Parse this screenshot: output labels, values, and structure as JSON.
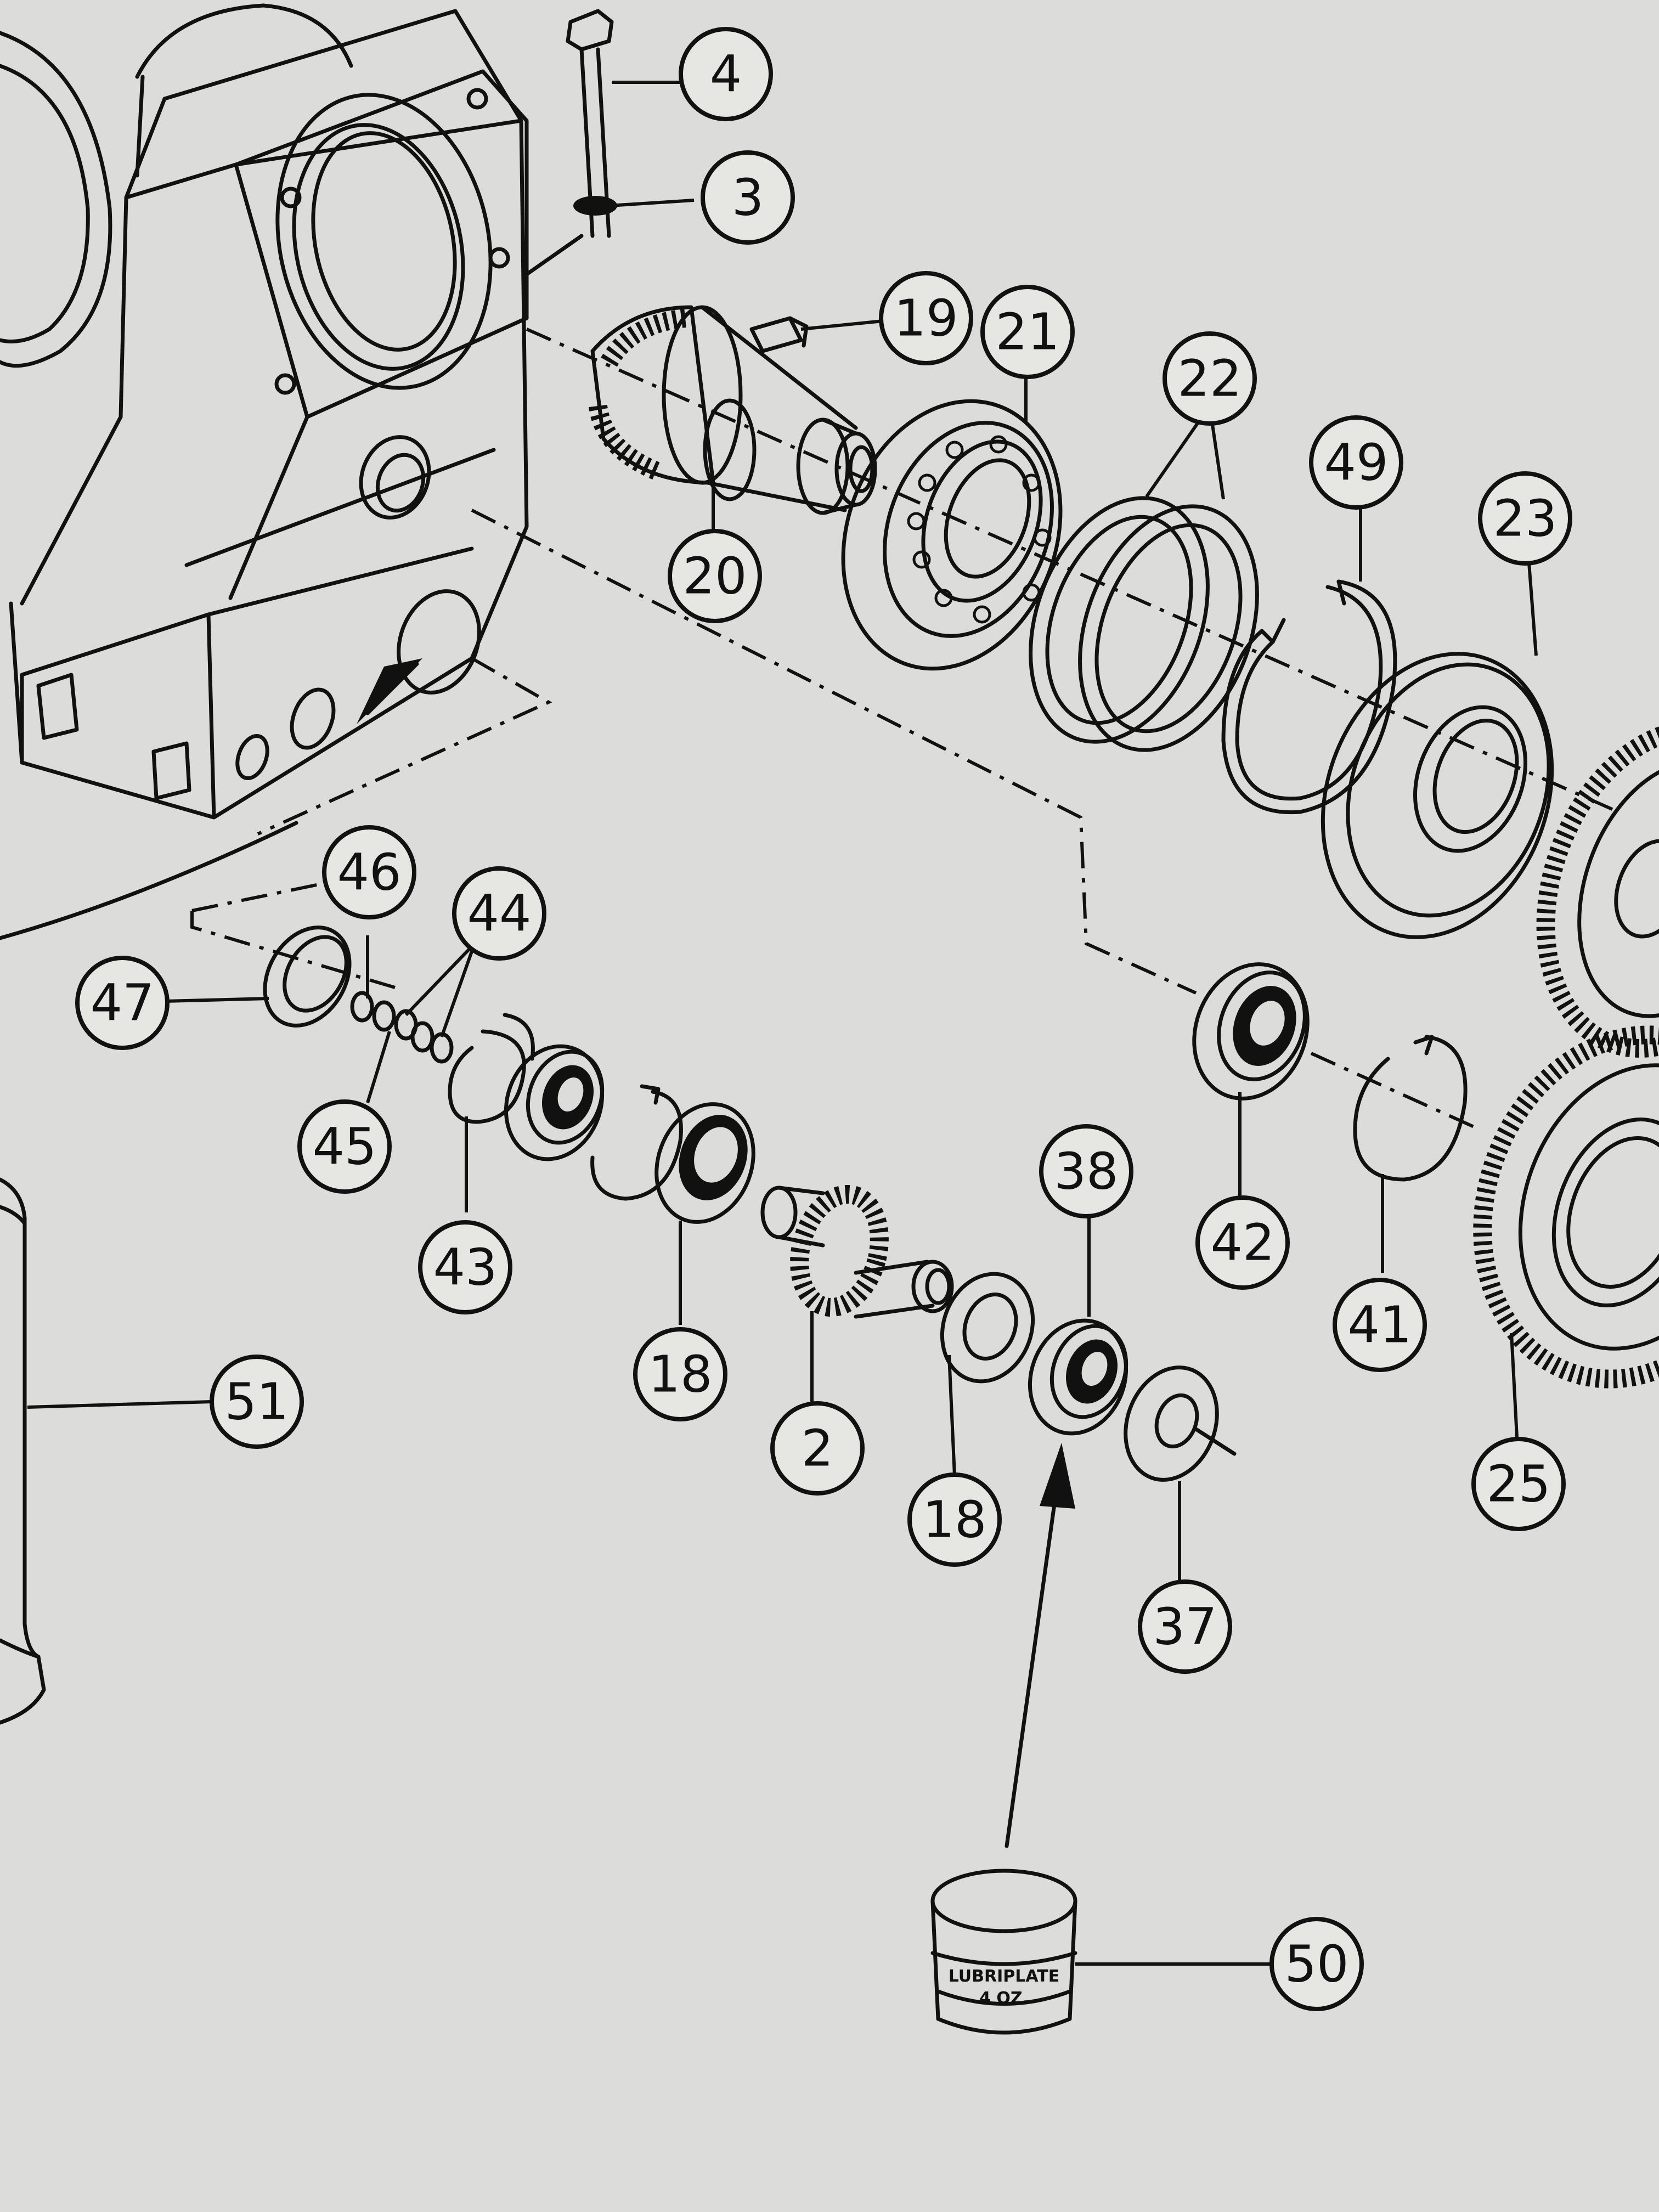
{
  "callouts": [
    {
      "id": "c4",
      "label": "4"
    },
    {
      "id": "c3",
      "label": "3"
    },
    {
      "id": "c19",
      "label": "19"
    },
    {
      "id": "c21",
      "label": "21"
    },
    {
      "id": "c22",
      "label": "22"
    },
    {
      "id": "c49",
      "label": "49"
    },
    {
      "id": "c23",
      "label": "23"
    },
    {
      "id": "c20",
      "label": "20"
    },
    {
      "id": "c46",
      "label": "46"
    },
    {
      "id": "c44",
      "label": "44"
    },
    {
      "id": "c47",
      "label": "47"
    },
    {
      "id": "c45",
      "label": "45"
    },
    {
      "id": "c43",
      "label": "43"
    },
    {
      "id": "c38",
      "label": "38"
    },
    {
      "id": "c42",
      "label": "42"
    },
    {
      "id": "c41",
      "label": "41"
    },
    {
      "id": "c18a",
      "label": "18"
    },
    {
      "id": "c2",
      "label": "2"
    },
    {
      "id": "c18b",
      "label": "18"
    },
    {
      "id": "c37",
      "label": "37"
    },
    {
      "id": "c25",
      "label": "25"
    },
    {
      "id": "c51",
      "label": "51"
    },
    {
      "id": "c50",
      "label": "50"
    }
  ],
  "grease_can": {
    "line1": "LUBRIPLATE",
    "line2": "4 OZ."
  }
}
